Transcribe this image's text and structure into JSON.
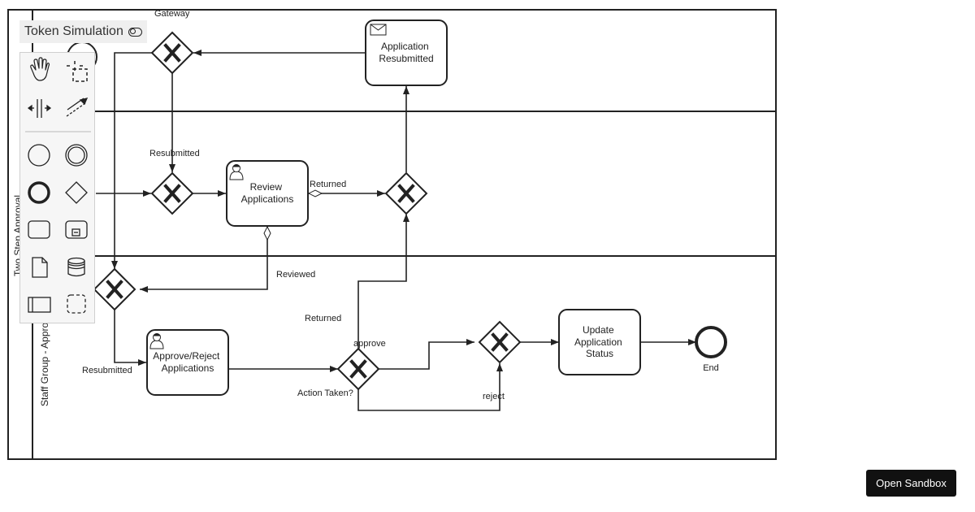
{
  "toolbar": {
    "token_simulation_label": "Token Simulation"
  },
  "pool": {
    "name": "Two Step Approval"
  },
  "lanes": [
    {
      "name": ""
    },
    {
      "name": ""
    },
    {
      "name": "Staff Group - Approver"
    }
  ],
  "tasks": {
    "application_resubmitted": [
      "Application",
      "Resubmitted"
    ],
    "review_applications": [
      "Review",
      "Applications"
    ],
    "approve_reject": [
      "Approve/Reject",
      "Applications"
    ],
    "update_status": [
      "Update",
      "Application",
      "Status"
    ]
  },
  "labels": {
    "gateway": "Gateway",
    "resubmitted_top": "Resubmitted",
    "returned_top": "Returned",
    "reviewed": "Reviewed",
    "returned_bottom": "Returned",
    "approve": "approve",
    "resubmitted_bottom": "Resubmitted",
    "action_taken": "Action Taken?",
    "reject": "reject",
    "end": "End"
  },
  "palette": {
    "tools": [
      "hand-tool",
      "lasso-tool",
      "space-tool",
      "global-connect-tool"
    ],
    "elements": [
      "start-event",
      "intermediate-event",
      "end-event",
      "gateway",
      "task",
      "subprocess",
      "data-object",
      "data-store",
      "participant",
      "group"
    ]
  },
  "sandbox_button": "Open Sandbox"
}
